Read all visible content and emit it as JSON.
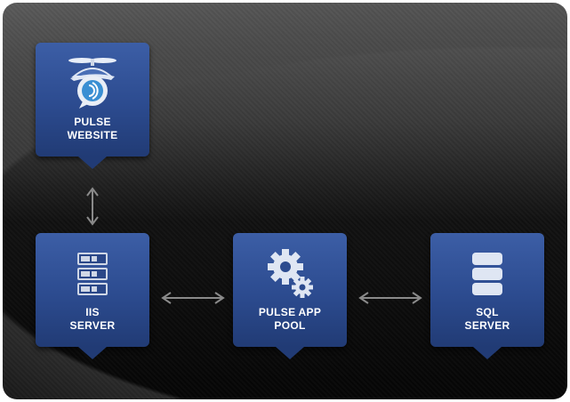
{
  "nodes": [
    {
      "id": "website",
      "label_line1": "PULSE",
      "label_line2": "WEBSITE",
      "icon": "pulse-logo-icon"
    },
    {
      "id": "iis",
      "label_line1": "IIS",
      "label_line2": "SERVER",
      "icon": "server-rack-icon"
    },
    {
      "id": "apppool",
      "label_line1": "PULSE APP",
      "label_line2": "POOL",
      "icon": "gears-icon"
    },
    {
      "id": "sql",
      "label_line1": "SQL",
      "label_line2": "SERVER",
      "icon": "database-icon"
    }
  ],
  "edges": [
    {
      "from": "website",
      "to": "iis",
      "direction": "bidirectional"
    },
    {
      "from": "iis",
      "to": "apppool",
      "direction": "bidirectional"
    },
    {
      "from": "apppool",
      "to": "sql",
      "direction": "bidirectional"
    }
  ],
  "colors": {
    "card": "#2c4b8f",
    "arrow": "#8a8a8a",
    "text": "#ffffff"
  }
}
